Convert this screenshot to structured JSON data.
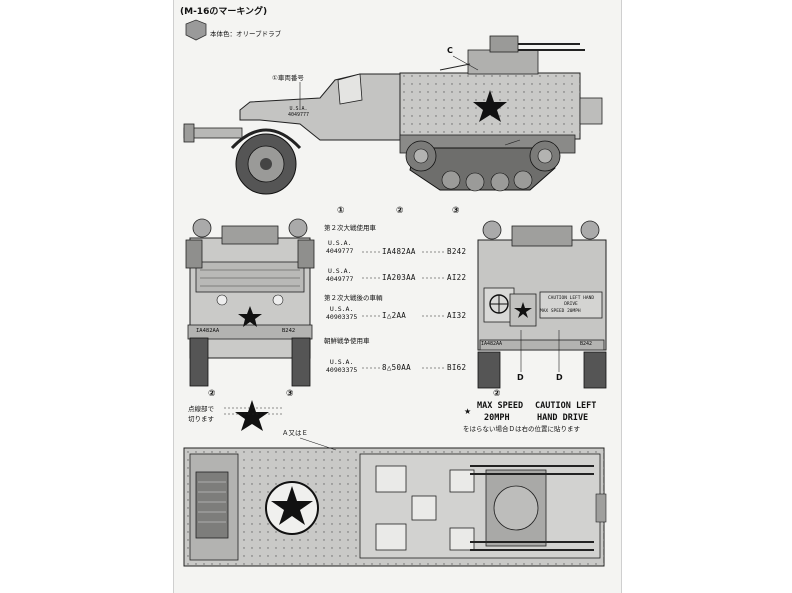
{
  "title": "(M-16のマーキング)",
  "body_color_label": "本体色：オリーブドラブ",
  "vehicle_number_label": "①車両番号",
  "callout_c": "C",
  "callout_d": "D",
  "column_numbers": [
    "①",
    "②",
    "③"
  ],
  "sections": [
    {
      "heading": "第２次大戦使用車",
      "rows": [
        {
          "usa": "U.S.A.",
          "serial": "4049777",
          "code2": "IA482AA",
          "code3": "B242"
        },
        {
          "usa": "U.S.A.",
          "serial": "4049777",
          "code2": "IA203AA",
          "code3": "AI22"
        }
      ]
    },
    {
      "heading": "第２次大戦後の車輌",
      "rows": [
        {
          "usa": "U.S.A.",
          "serial": "40903375",
          "code2": "I△2AA",
          "code3": "AI32"
        }
      ]
    },
    {
      "heading": "朝鮮戦争使用車",
      "rows": [
        {
          "usa": "U.S.A.",
          "serial": "40903375",
          "code2": "8△50AA",
          "code3": "BI62"
        }
      ]
    }
  ],
  "front_markings": {
    "bumper_left": "IA482AA",
    "bumper_right": "B242",
    "usa": "U.S.A.",
    "serial": "4049777"
  },
  "rear_markings": {
    "bumper_left": "IA482AA",
    "bumper_right": "B242",
    "caution_plate": "CAUTION LEFT HAND DRIVE",
    "speed_plate": "MAX SPEED 20MPH"
  },
  "front_view_numbers": [
    "②",
    "③"
  ],
  "rear_view_number": "②",
  "star_note": "点線部で切ります",
  "warning_plate": {
    "line1": "MAX SPEED",
    "line2": "20MPH",
    "right1": "CAUTION LEFT",
    "right2": "HAND  DRIVE"
  },
  "star_symbol": "★",
  "plate_note": "をはらない場合Ｄは右の位置に貼ります",
  "top_view_note": "Ａ又はＥ",
  "colors": {
    "paper": "#f4f4f2",
    "ink": "#111111",
    "body": "#c9c9c7",
    "dark": "#4a4a4a"
  }
}
